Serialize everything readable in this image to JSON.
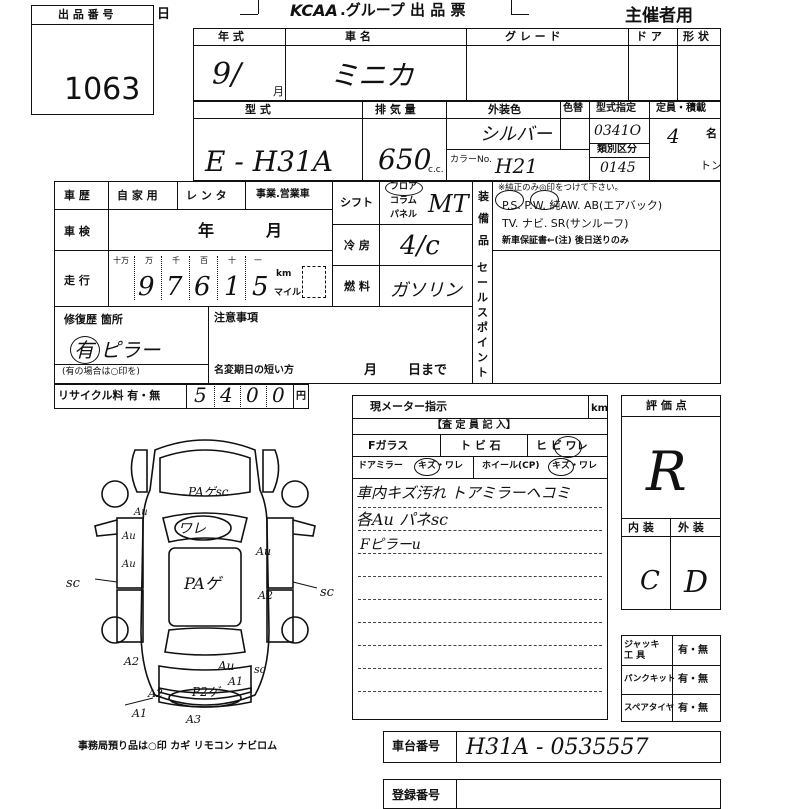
{
  "header": {
    "lot_label": "出 品 番 号",
    "lot_suffix": "日",
    "lot_number": "1063",
    "brand": "KCAA",
    "title_rest": ".グループ 出 品 票",
    "role": "主催者用"
  },
  "row1": {
    "year_label": "年 式",
    "name_label": "車 名",
    "grade_label": "グ レ ー ド",
    "door_label": "ド ア",
    "shape_label": "形 状",
    "year_value": "9/",
    "month_unit": "月",
    "name_value": "ミニカ"
  },
  "row2": {
    "model_label": "型 式",
    "displacement_label": "排 気 量",
    "color_label": "外装色",
    "color_no_label": "色替",
    "type_spec_label": "型式指定",
    "capacity_label": "定員・積載",
    "model_value": "E - H31A",
    "displacement_value": "650",
    "cc_unit": "c.c.",
    "color_value": "シルバー",
    "color_no_label2": "カラーNo.",
    "color_no_value": "H21",
    "type_spec_value": "0341O",
    "class_label": "類別区分",
    "class_value": "0145",
    "capacity_value": "4",
    "capacity_unit": "名",
    "ton_unit": "トン"
  },
  "history": {
    "label": "車 歴",
    "options": [
      "自 家 用",
      "レ ン タ",
      "事業.営業車"
    ]
  },
  "inspection": {
    "label": "車 検",
    "year_unit": "年",
    "month_unit": "月"
  },
  "mileage": {
    "label": "走 行",
    "place_labels": [
      "十万",
      "万",
      "千",
      "百",
      "十",
      "一"
    ],
    "digits": [
      "9",
      "7",
      "6",
      "1",
      "5"
    ],
    "km_label": "km",
    "mile_label": "マイル"
  },
  "shift": {
    "label": "シフト",
    "options": [
      "フロア",
      "コラム",
      "パネル"
    ],
    "value": "MT"
  },
  "aircon": {
    "label": "冷 房",
    "value": "4/c"
  },
  "fuel": {
    "label": "燃 料",
    "value": "ガソリン"
  },
  "equipment": {
    "label": "装 備 品",
    "note": "※純正のみ◎印をつけて下さい。",
    "line1": "P.S. P.W. 純AW. AB(エアバック)",
    "line2": "TV. ナビ. SR(サンルーフ)",
    "line3": "新車保証書←(注) 後日送りのみ"
  },
  "sales_point_label": "セールスポイント",
  "repair": {
    "label": "修復歴 箇所",
    "value": "有 ピラー",
    "note": "(有の場合は○印を)"
  },
  "notice": {
    "label": "注意事項",
    "deadline_label": "名変期日の短い方",
    "month_unit": "月",
    "day_unit": "日まで"
  },
  "recycle": {
    "label": "リサイクル料 有・無",
    "digits": [
      "5",
      "4",
      "0",
      "0"
    ],
    "yen": "円"
  },
  "meter": {
    "label": "現メーター指示",
    "unit": "km"
  },
  "inspector": {
    "header": "【査 定 員 記 入】",
    "windshield": "Fガラス",
    "chip": "ト ビ 石",
    "crack": "ヒ ビ ワレ",
    "door_mirror": "ドアミラー",
    "scratch": "キズ・ワレ",
    "wheel": "ホイール(CP)",
    "scratch2": "キズ・ワレ",
    "notes": [
      "車内キズ汚れ トアミラーヘコミ",
      "各Au パネsc",
      "Fピラーu"
    ]
  },
  "grade": {
    "label": "評 価 点",
    "value": "R",
    "interior_label": "内 装",
    "exterior_label": "外 装",
    "interior_value": "C",
    "exterior_value": "D"
  },
  "diagram_marks": [
    "PAゲsc",
    "Au",
    "Au",
    "Au",
    "ワレ",
    "PAゲ",
    "sc",
    "Au",
    "A2",
    "sc",
    "A2",
    "Au",
    "sc",
    "A1",
    "P2ゲ",
    "A2",
    "A1",
    "A3"
  ],
  "extras": [
    {
      "label": "ジャッキ 工 具",
      "value": "有・無"
    },
    {
      "label": "パンクキット",
      "value": "有・無"
    },
    {
      "label": "スペアタイヤ",
      "value": "有・無"
    }
  ],
  "office_note": "事務局預り品は○印  カギ リモコン ナビロム",
  "chassis": {
    "label": "車台番号",
    "value": "H31A - 0535557"
  },
  "registration": {
    "label": "登録番号"
  }
}
